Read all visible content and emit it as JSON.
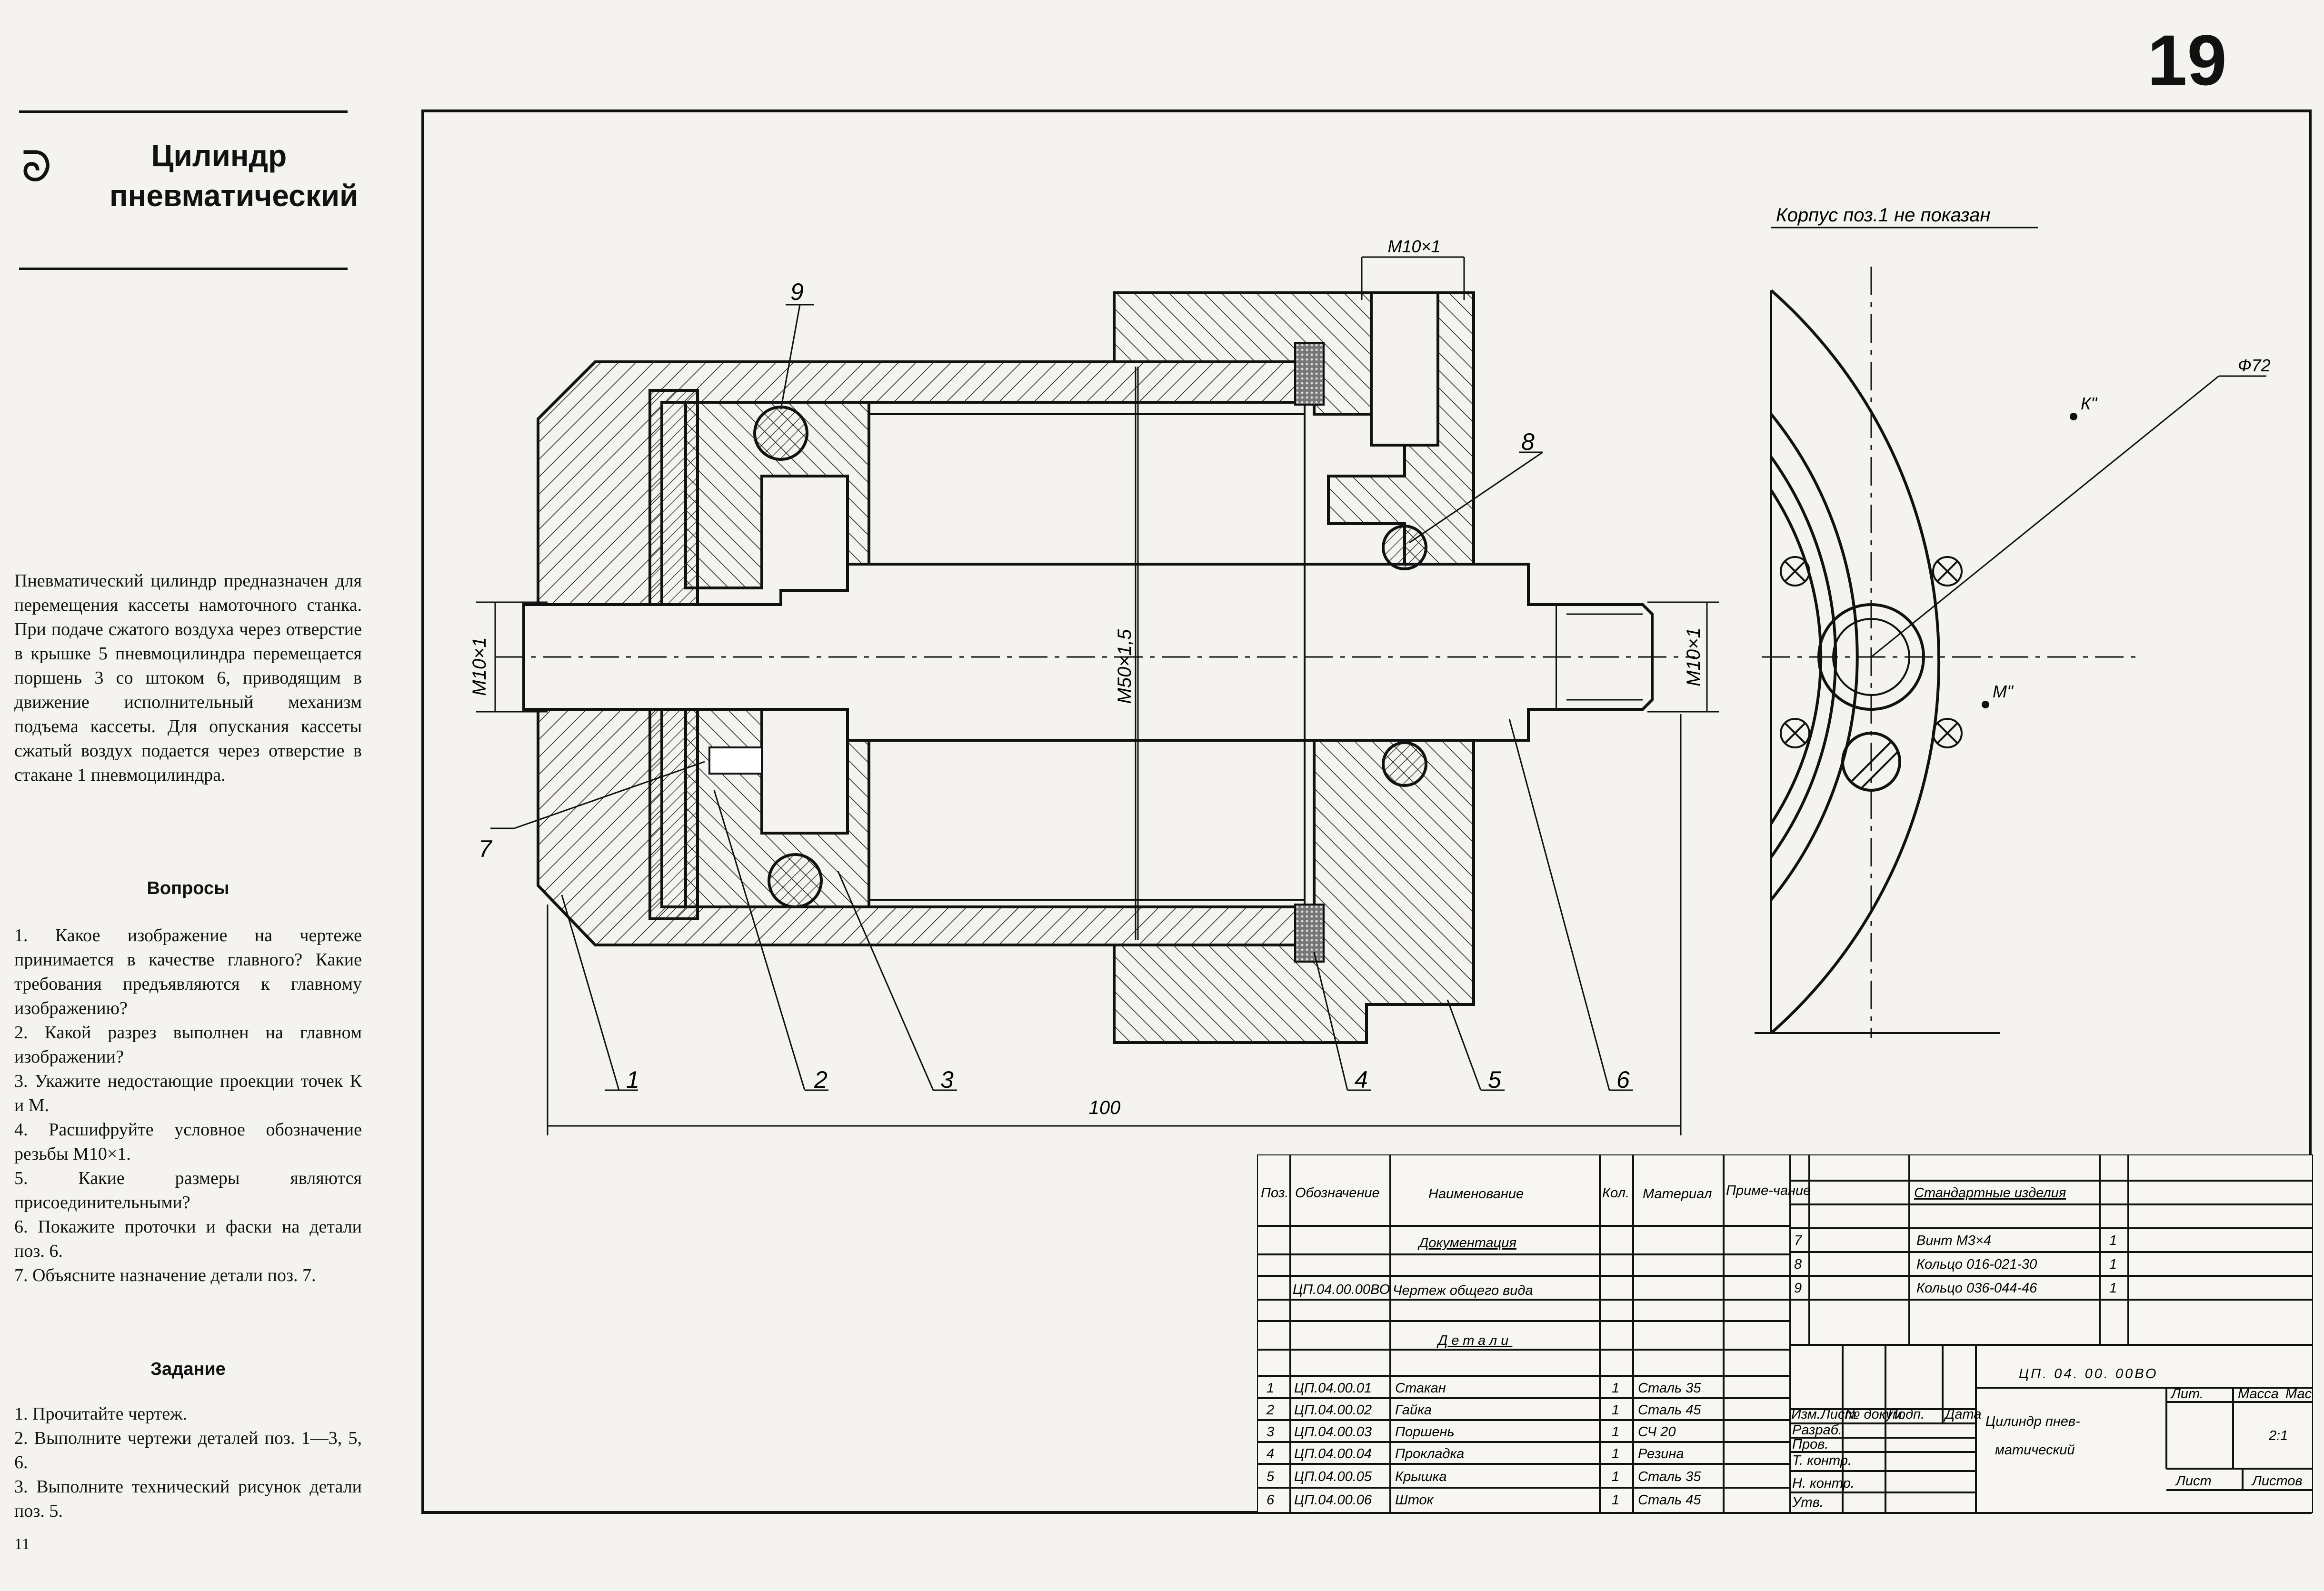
{
  "page_number": "19",
  "title": {
    "line1": "Цилиндр",
    "line2": "пневматический"
  },
  "description": "Пневматический цилиндр предназначен для перемещения кассеты намоточного станка. При подаче сжатого воздуха через отверстие в крышке 5 пневмоцилиндра перемещается поршень 3 со штоком 6, приводящим в движение исполнительный механизм подъема кассеты. Для опускания кассеты сжатый воздух подается через отверстие в стакане 1 пневмоцилиндра.",
  "questions": {
    "heading": "Вопросы",
    "items": [
      "1. Какое изображение на чертеже принимается в качестве главного? Какие требования предъявляются к главному изображению?",
      "2. Какой разрез выполнен на главном изображении?",
      "3. Укажите недостающие проекции точек К и М.",
      "4. Расшифруйте условное обозначение резьбы М10×1.",
      "5. Какие размеры являются присоединительными?",
      "6. Покажите проточки и фаски на детали поз. 6.",
      "7. Объясните назначение детали поз. 7."
    ]
  },
  "task": {
    "heading": "Задание",
    "items": [
      "1. Прочитайте чертеж.",
      "2. Выполните чертежи деталей поз. 1—3, 5, 6.",
      "3. Выполните технический рисунок детали поз. 5."
    ]
  },
  "footer_page": "11",
  "drawing": {
    "note": "Корпус поз.1 не показан",
    "dim_thread_top": "М10×1",
    "dim_thread_left": "М10×1",
    "dim_thread_right": "М10×1",
    "dim_bore": "М50×1,5",
    "dim_length": "100",
    "dim_diameter": "Ф72",
    "point_k": "К\"",
    "point_m": "М\"",
    "callouts": [
      "1",
      "2",
      "3",
      "4",
      "5",
      "6",
      "7",
      "8",
      "9"
    ]
  },
  "spec_table": {
    "headers": {
      "pos": "Поз.",
      "designation": "Обозначение",
      "name": "Наименование",
      "qty": "Кол.",
      "material": "Материал",
      "note": "Приме-чание"
    },
    "section_docs": "Документация",
    "doc_row": {
      "designation": "ЦП.04.00.00ВО",
      "name": "Чертеж общего вида"
    },
    "section_parts": "Детали",
    "parts": [
      {
        "pos": "1",
        "designation": "ЦП.04.00.01",
        "name": "Стакан",
        "qty": "1",
        "material": "Сталь 35"
      },
      {
        "pos": "2",
        "designation": "ЦП.04.00.02",
        "name": "Гайка",
        "qty": "1",
        "material": "Сталь 45"
      },
      {
        "pos": "3",
        "designation": "ЦП.04.00.03",
        "name": "Поршень",
        "qty": "1",
        "material": "СЧ 20"
      },
      {
        "pos": "4",
        "designation": "ЦП.04.00.04",
        "name": "Прокладка",
        "qty": "1",
        "material": "Резина"
      },
      {
        "pos": "5",
        "designation": "ЦП.04.00.05",
        "name": "Крышка",
        "qty": "1",
        "material": "Сталь 35"
      },
      {
        "pos": "6",
        "designation": "ЦП.04.00.06",
        "name": "Шток",
        "qty": "1",
        "material": "Сталь 45"
      }
    ],
    "section_standard": "Стандартные изделия",
    "standard": [
      {
        "pos": "7",
        "name": "Винт М3×4",
        "qty": "1"
      },
      {
        "pos": "8",
        "name": "Кольцо 016-021-30",
        "qty": "1"
      },
      {
        "pos": "9",
        "name": "Кольцо 036-044-46",
        "qty": "1"
      }
    ],
    "code": "ЦП. 04. 00. 00ВО",
    "product_name_1": "Цилиндр пнев-",
    "product_name_2": "матический",
    "lit": "Лит.",
    "mass": "Масса",
    "scale_label": "Масшт.",
    "scale": "2:1",
    "sheet": "Лист",
    "sheets": "Листов",
    "stamp_rows": [
      "Изм.Лист",
      "№ докум.",
      "Подп.",
      "Дата"
    ],
    "roles": [
      "Разраб.",
      "Пров.",
      "Т. контр.",
      "Н. контр.",
      "Утв."
    ]
  }
}
